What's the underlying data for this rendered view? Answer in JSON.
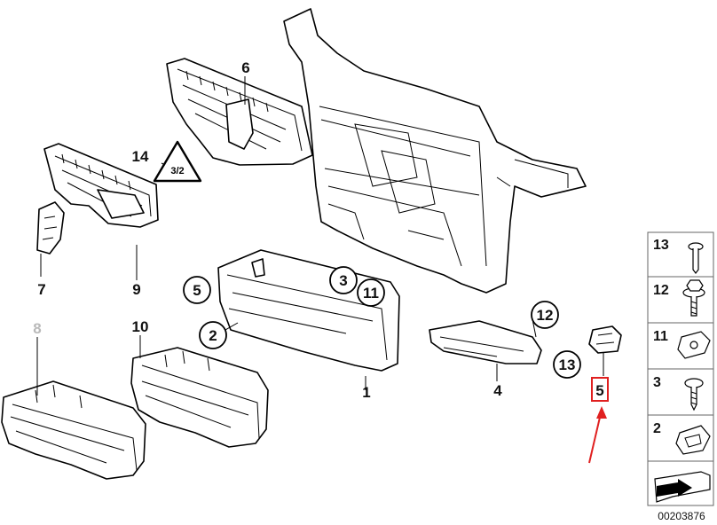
{
  "labels": {
    "p1": "1",
    "p2": "2",
    "p3": "3",
    "p4": "4",
    "p5": "5",
    "p5b": "5",
    "p6": "6",
    "p7": "7",
    "p8": "8",
    "p9": "9",
    "p10": "10",
    "p11": "11",
    "p12": "12",
    "p13": "13",
    "p14": "14"
  },
  "warning_sign_text": "3/2",
  "legend": [
    "13",
    "12",
    "11",
    "3",
    "2"
  ],
  "diagram_number": "00203876",
  "colors": {
    "highlight": "#e02020",
    "faded_label": "#b9b9b9"
  }
}
